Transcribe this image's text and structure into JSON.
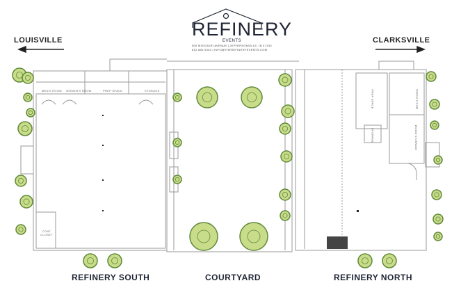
{
  "logo": {
    "brand": "REFINERY",
    "sub": "EVENTS",
    "address": "500 MISSOURI AVENUE | JEFFERSONVILLE, IN 47130",
    "contact": "812.850.0334 | INFO@THEREFINERYEVENTS.COM"
  },
  "directions": {
    "left": "LOUISVILLE",
    "right": "CLARKSVILLE"
  },
  "rooms": {
    "mens": "MEN'S ROOM",
    "womens": "WOMEN'S ROOM",
    "prep": "PREP SPACE",
    "storage": "STORAGE",
    "coat": "COAT CLOSET",
    "north_prep": "PREP SPACE",
    "north_storage": "STORAGE",
    "north_mens": "MEN'S ROOM",
    "north_womens": "WOMEN'S ROOM"
  },
  "sections": {
    "south": "REFINERY SOUTH",
    "courtyard": "COURTYARD",
    "north": "REFINERY NORTH"
  },
  "colors": {
    "tree_light": "#c9dc8a",
    "tree_dark": "#5f8a3a",
    "wall": "#9a9a9a",
    "ink": "#1e2433"
  }
}
